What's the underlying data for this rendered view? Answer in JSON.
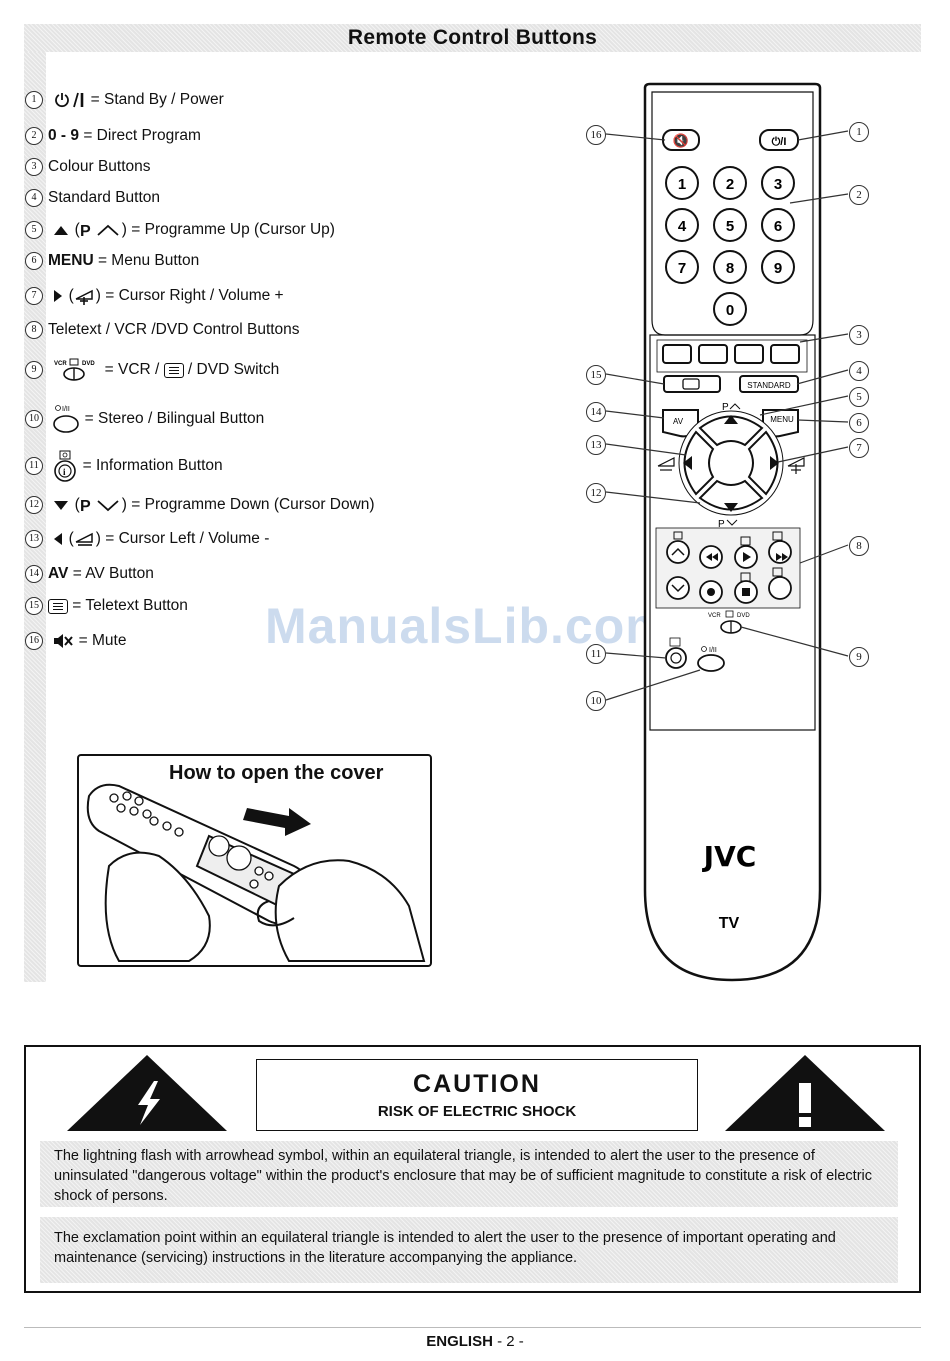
{
  "header": {
    "title": "Remote Control Buttons"
  },
  "legend": [
    {
      "n": "1",
      "symbol": "",
      "bold": "",
      "text": " = Stand By / Power"
    },
    {
      "n": "2",
      "symbol": "",
      "bold": "0 - 9",
      "text": " = Direct Program"
    },
    {
      "n": "3",
      "symbol": "",
      "bold": "",
      "text": "Colour Buttons"
    },
    {
      "n": "4",
      "symbol": "",
      "bold": "",
      "text": "Standard Button"
    },
    {
      "n": "5",
      "symbol": "",
      "bold": "",
      "text": ") = Programme Up (Cursor Up)"
    },
    {
      "n": "6",
      "symbol": "",
      "bold": "MENU",
      "text": " = Menu Button"
    },
    {
      "n": "7",
      "symbol": "",
      "bold": "",
      "text": ") = Cursor Right / Volume +"
    },
    {
      "n": "8",
      "symbol": "",
      "bold": "",
      "text": "Teletext / VCR /DVD Control Buttons"
    },
    {
      "n": "9",
      "symbol": "",
      "bold": "",
      "text": " = VCR / ",
      "text2": " / DVD Switch"
    },
    {
      "n": "10",
      "symbol": "",
      "bold": "",
      "text": " = Stereo / Bilingual Button"
    },
    {
      "n": "11",
      "symbol": "",
      "bold": "",
      "text": " = Information Button"
    },
    {
      "n": "12",
      "symbol": "",
      "bold": "",
      "text": ") = Programme Down (Cursor Down)"
    },
    {
      "n": "13",
      "symbol": "",
      "bold": "",
      "text": ") = Cursor Left /  Volume -"
    },
    {
      "n": "14",
      "symbol": "",
      "bold": "AV",
      "text": " = AV Button"
    },
    {
      "n": "15",
      "symbol": "",
      "bold": "",
      "text": " = Teletext Button"
    },
    {
      "n": "16",
      "symbol": "",
      "bold": "",
      "text": " = Mute"
    }
  ],
  "remote": {
    "numbers": [
      "1",
      "2",
      "3",
      "4",
      "5",
      "6",
      "7",
      "8",
      "9",
      "0"
    ],
    "standard_label": "STANDARD",
    "menu_label": "MENU",
    "av_label": "AV",
    "p_up": "P",
    "p_down": "P",
    "vcr_label": "VCR",
    "dvd_label": "DVD",
    "stereo_label": "I/II",
    "brand": "JVC",
    "model": "TV"
  },
  "callouts": [
    "1",
    "2",
    "3",
    "4",
    "5",
    "6",
    "7",
    "8",
    "9",
    "10",
    "11",
    "12",
    "13",
    "14",
    "15",
    "16"
  ],
  "cover": {
    "title": "How to open the cover"
  },
  "watermark": "ManualsLib.com",
  "caution": {
    "title": "CAUTION",
    "subtitle": "RISK OF ELECTRIC SHOCK",
    "para1": "The lightning flash with arrowhead symbol, within an equilateral triangle, is intended to alert the user to the presence of uninsulated \"dangerous voltage\" within the product's enclosure that may be of sufficient magnitude to constitute a risk of electric shock of persons.",
    "para2": "The exclamation point within an equilateral triangle is intended to alert the user to the presence of important operating and maintenance (servicing) instructions in the literature accompanying the appliance."
  },
  "footer": {
    "lang": "ENGLISH",
    "page": "- 2 -"
  }
}
